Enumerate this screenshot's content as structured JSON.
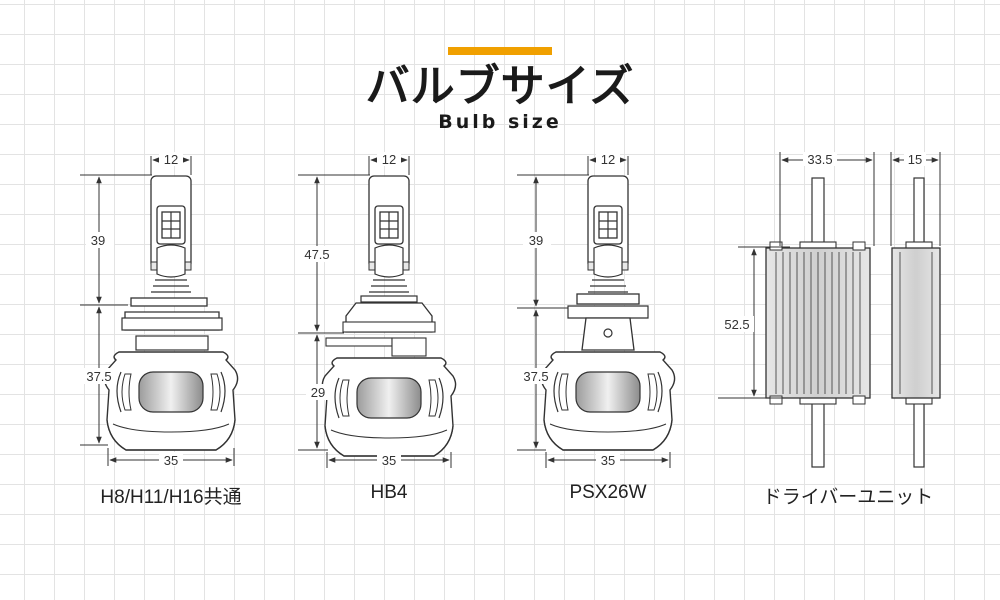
{
  "header": {
    "title": "バルブサイズ",
    "subtitle": "Bulb size",
    "accent_color": "#f0a000"
  },
  "diagrams": [
    {
      "caption": "H8/H11/H16共通",
      "dims": {
        "top_width": "12",
        "upper_height": "39",
        "lower_height": "37.5",
        "base_width": "35"
      }
    },
    {
      "caption": "HB4",
      "dims": {
        "top_width": "12",
        "upper_height": "47.5",
        "lower_height": "29",
        "base_width": "35"
      }
    },
    {
      "caption": "PSX26W",
      "dims": {
        "top_width": "12",
        "upper_height": "39",
        "lower_height": "37.5",
        "base_width": "35"
      }
    },
    {
      "caption": "ドライバーユニット",
      "dims": {
        "front_width": "33.5",
        "side_width": "15",
        "height": "52.5"
      }
    }
  ]
}
